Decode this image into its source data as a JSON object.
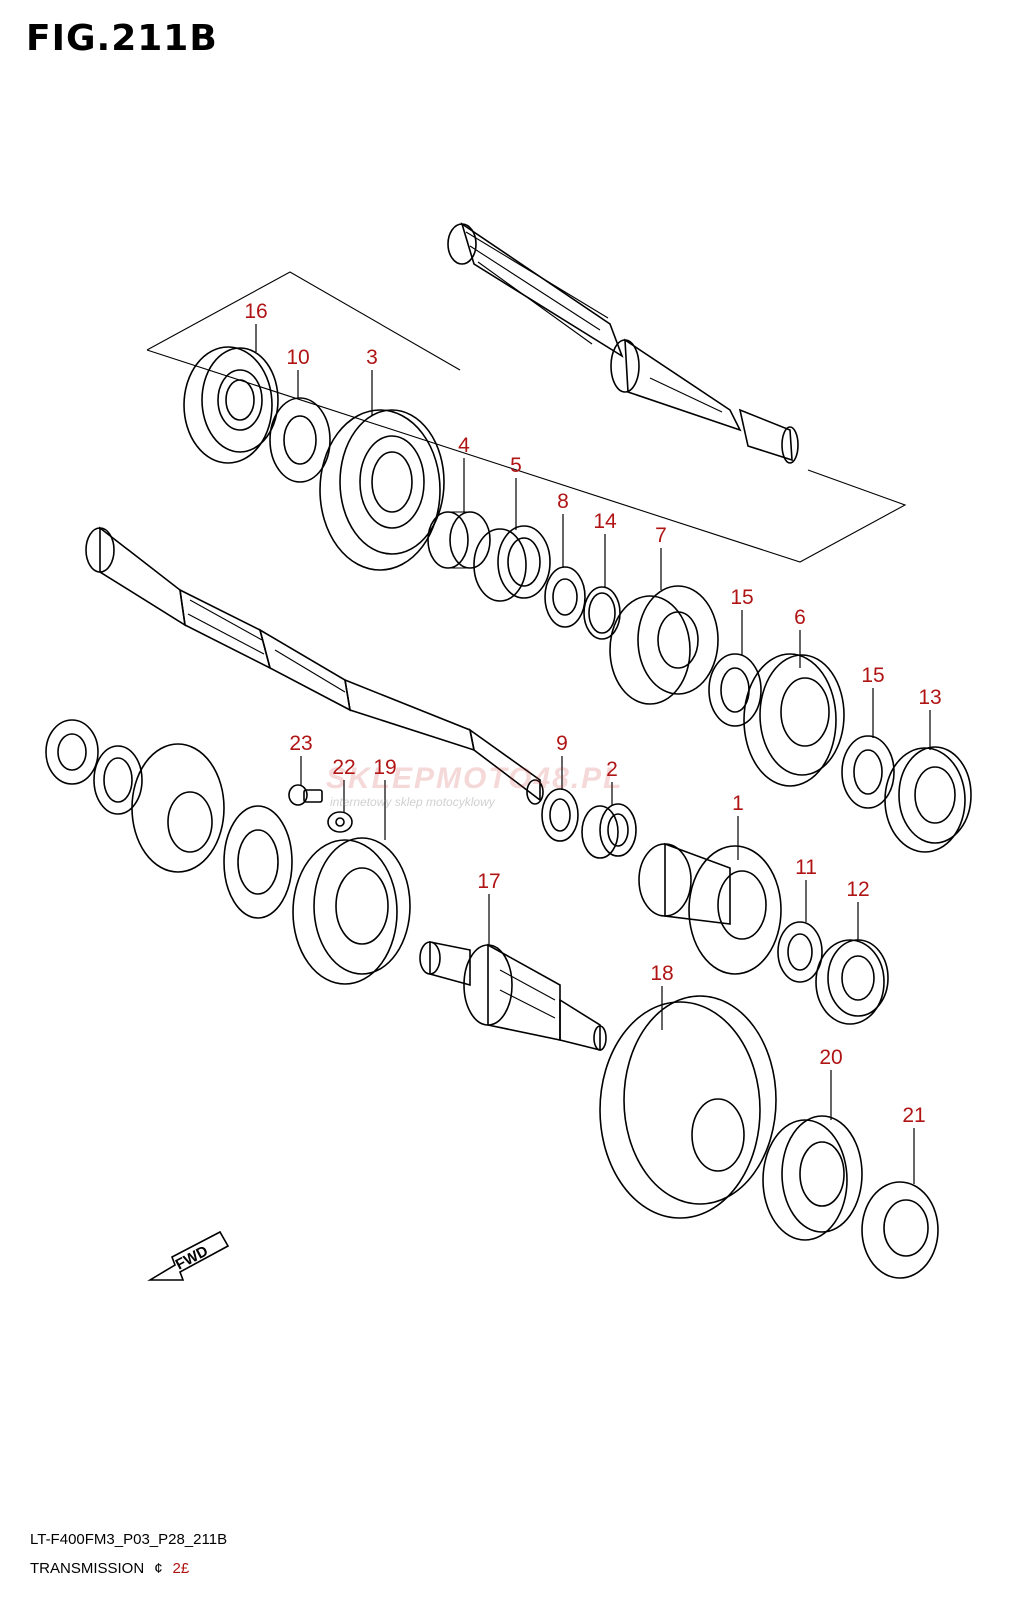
{
  "figure_title": "FIG.211B",
  "watermark": "SKLEPMOTO48.PL",
  "watermark_sub": "internetowy sklep motocyklowy",
  "footer": {
    "code": "LT-F400FM3_P03_P28_211B",
    "title": "TRANSMISSION",
    "suffix_symbol": "¢",
    "suffix_text": "2£"
  },
  "fwd_label": "FWD",
  "colors": {
    "label": "#b01414",
    "line": "#000000"
  },
  "callouts": [
    "16",
    "10",
    "3",
    "4",
    "5",
    "8",
    "14",
    "7",
    "15",
    "6",
    "15",
    "13",
    "9",
    "2",
    "23",
    "22",
    "19",
    "1",
    "11",
    "12",
    "17",
    "18",
    "20",
    "21"
  ]
}
